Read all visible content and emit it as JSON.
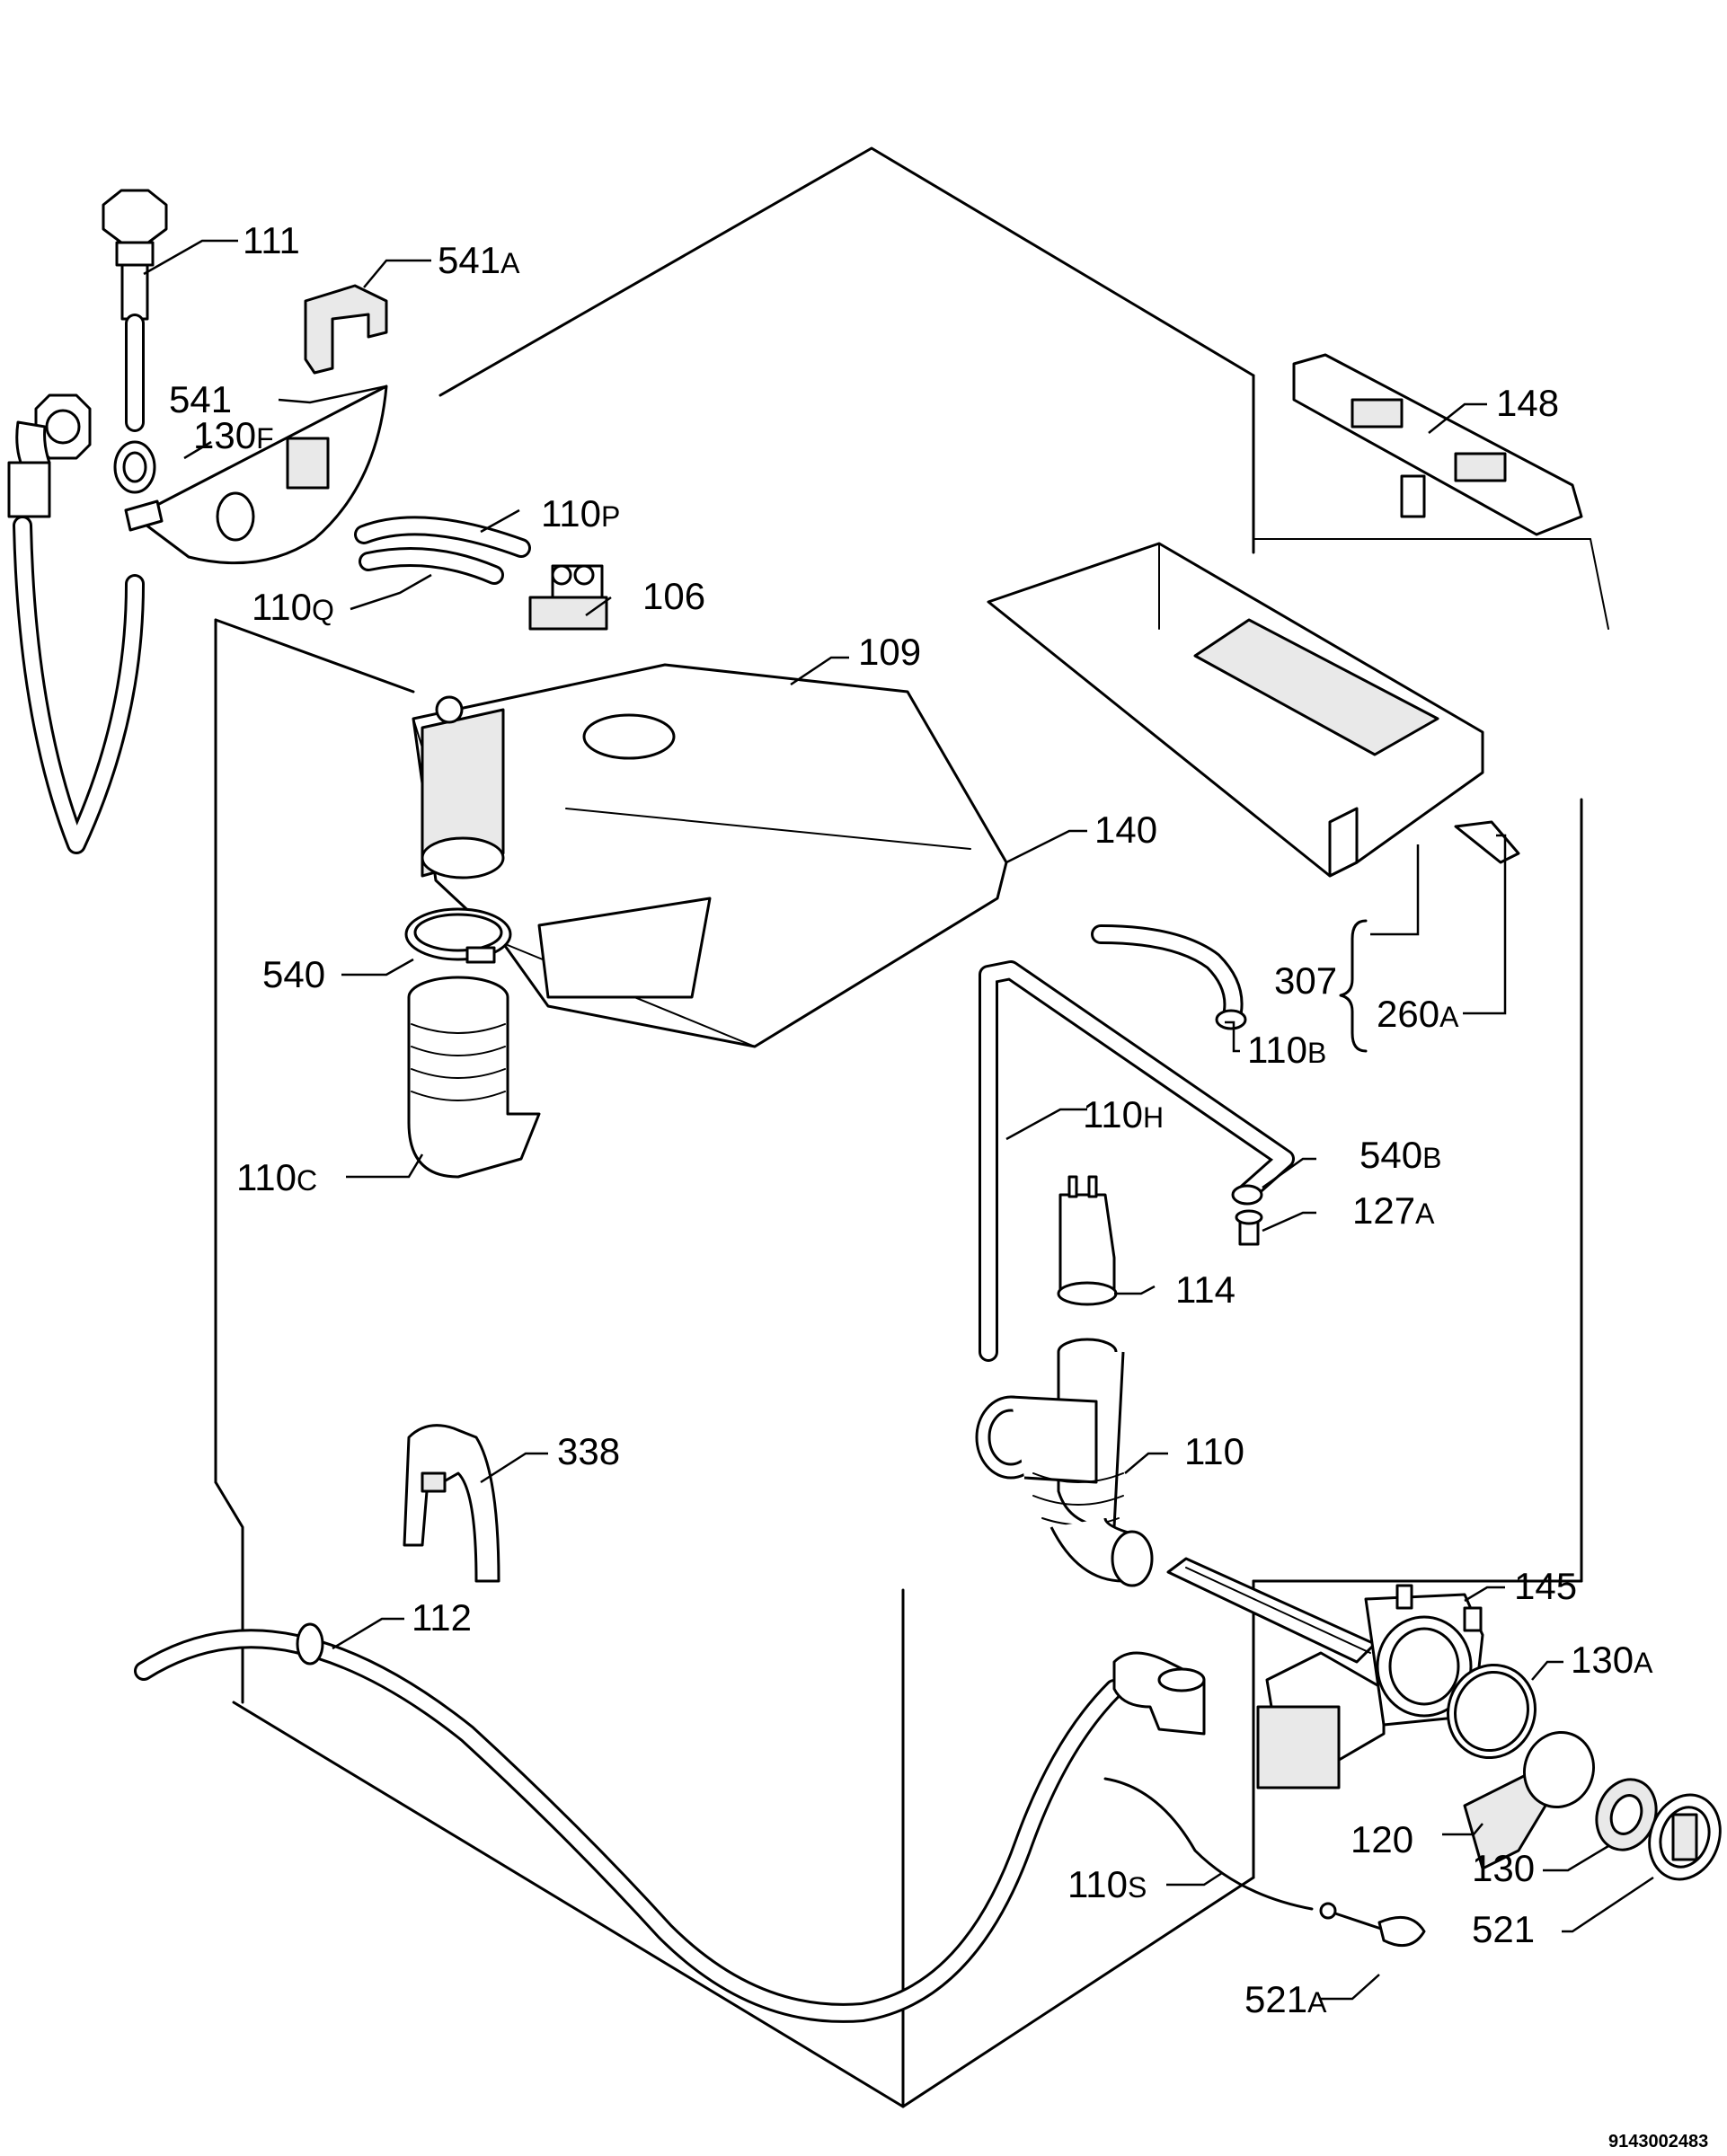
{
  "document_id": "9143002483",
  "callouts": [
    {
      "id": "111",
      "num": "111",
      "suffix": ""
    },
    {
      "id": "541a",
      "num": "541",
      "suffix": "A"
    },
    {
      "id": "541",
      "num": "541",
      "suffix": ""
    },
    {
      "id": "130f",
      "num": "130",
      "suffix": "F"
    },
    {
      "id": "110p",
      "num": "110",
      "suffix": "P"
    },
    {
      "id": "110q",
      "num": "110",
      "suffix": "Q"
    },
    {
      "id": "106",
      "num": "106",
      "suffix": ""
    },
    {
      "id": "109",
      "num": "109",
      "suffix": ""
    },
    {
      "id": "148",
      "num": "148",
      "suffix": ""
    },
    {
      "id": "140",
      "num": "140",
      "suffix": ""
    },
    {
      "id": "307",
      "num": "307",
      "suffix": ""
    },
    {
      "id": "260a",
      "num": "260",
      "suffix": "A"
    },
    {
      "id": "110b",
      "num": "110",
      "suffix": "B"
    },
    {
      "id": "540",
      "num": "540",
      "suffix": ""
    },
    {
      "id": "110h",
      "num": "110",
      "suffix": "H"
    },
    {
      "id": "540b",
      "num": "540",
      "suffix": "B"
    },
    {
      "id": "127a",
      "num": "127",
      "suffix": "A"
    },
    {
      "id": "110c",
      "num": "110",
      "suffix": "C"
    },
    {
      "id": "114",
      "num": "114",
      "suffix": ""
    },
    {
      "id": "338",
      "num": "338",
      "suffix": ""
    },
    {
      "id": "110",
      "num": "110",
      "suffix": ""
    },
    {
      "id": "112",
      "num": "112",
      "suffix": ""
    },
    {
      "id": "145",
      "num": "145",
      "suffix": ""
    },
    {
      "id": "130a",
      "num": "130",
      "suffix": "A"
    },
    {
      "id": "120",
      "num": "120",
      "suffix": ""
    },
    {
      "id": "130",
      "num": "130",
      "suffix": ""
    },
    {
      "id": "110s",
      "num": "110",
      "suffix": "S"
    },
    {
      "id": "521",
      "num": "521",
      "suffix": ""
    },
    {
      "id": "521a",
      "num": "521",
      "suffix": "A"
    }
  ]
}
